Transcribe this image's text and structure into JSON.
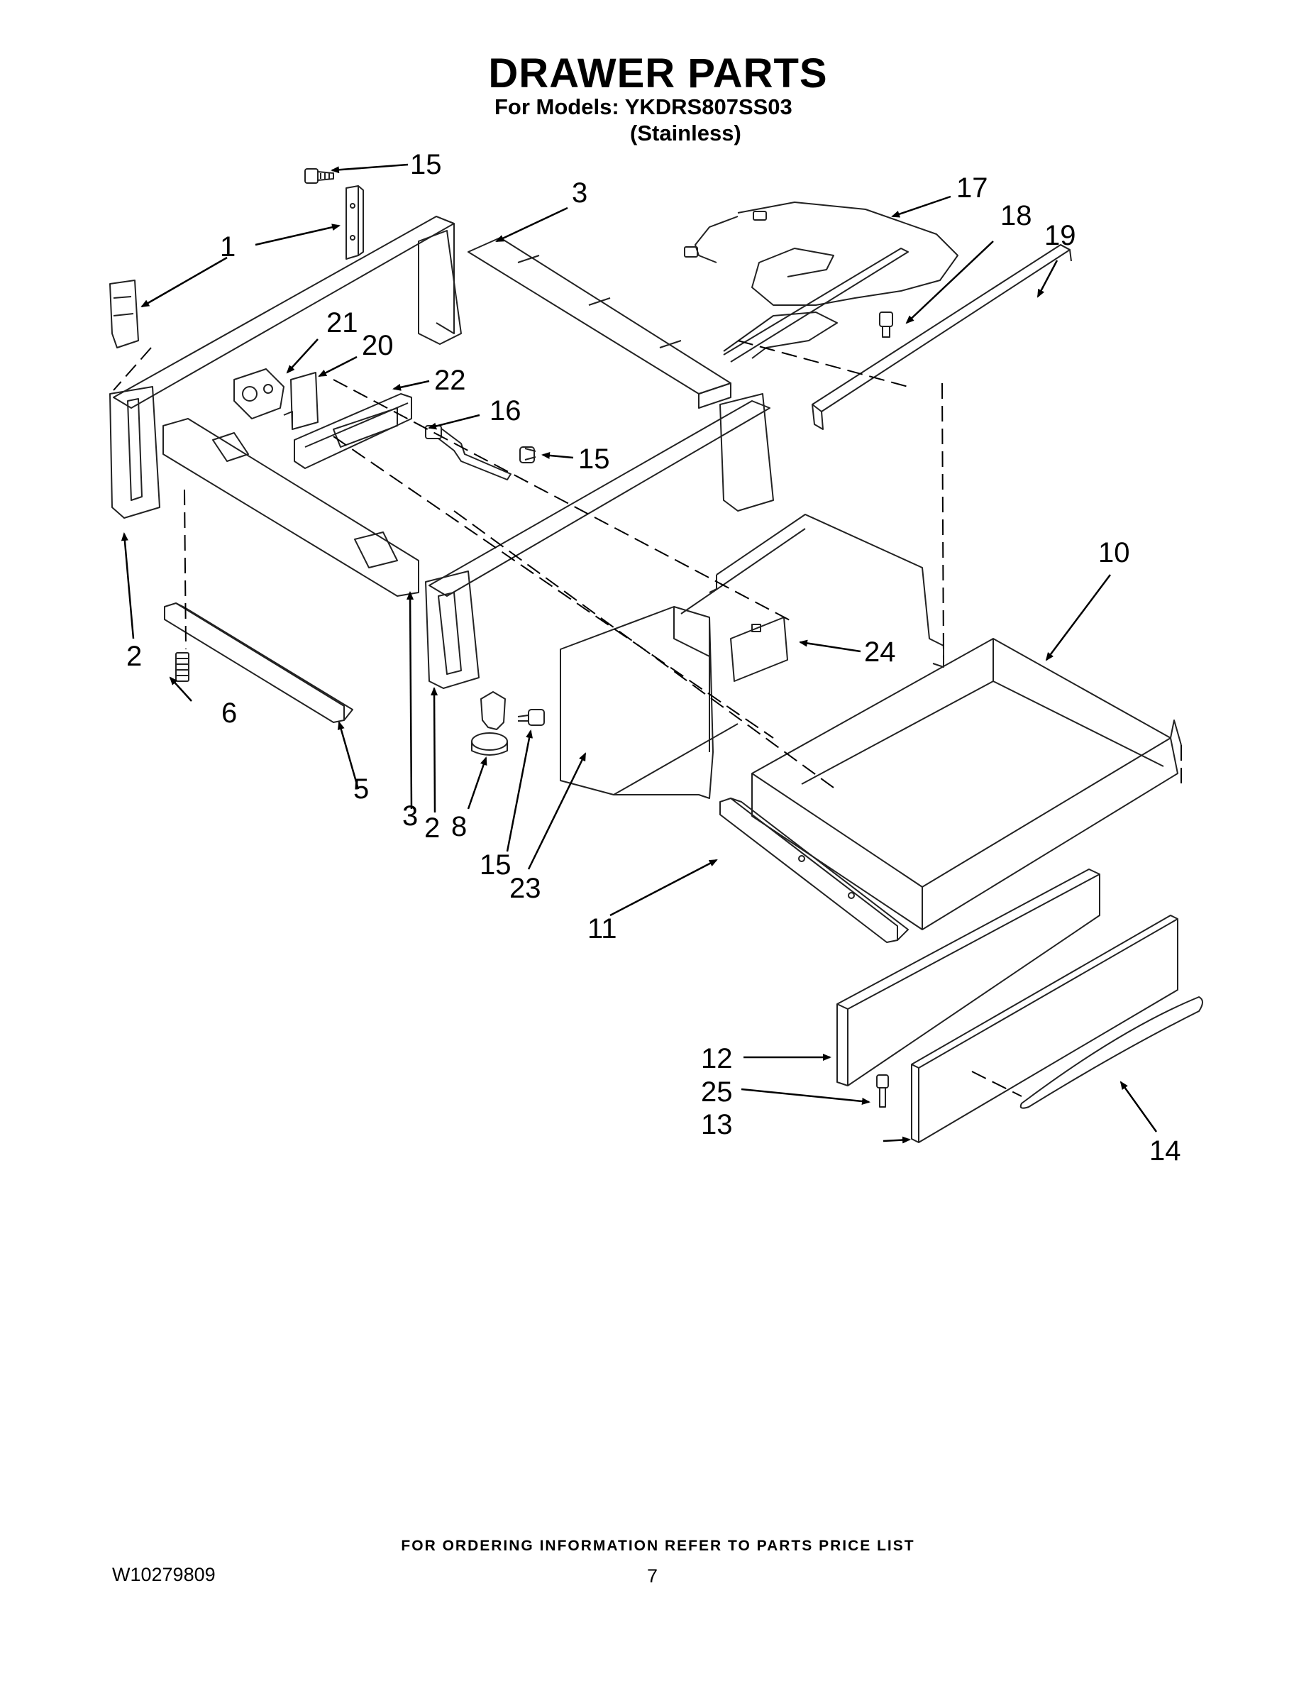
{
  "header": {
    "title": "DRAWER PARTS",
    "models_line": "For Models: YKDRS807SS03",
    "finish_line": "(Stainless)"
  },
  "callouts": [
    "1",
    "2",
    "2",
    "3",
    "3",
    "5",
    "6",
    "8",
    "10",
    "11",
    "12",
    "13",
    "14",
    "15",
    "15",
    "15",
    "16",
    "17",
    "18",
    "19",
    "20",
    "21",
    "22",
    "23",
    "24",
    "25"
  ],
  "footer": {
    "ordering_note": "FOR ORDERING INFORMATION REFER TO PARTS PRICE LIST",
    "document_number": "W10279809",
    "page_number": "7"
  }
}
